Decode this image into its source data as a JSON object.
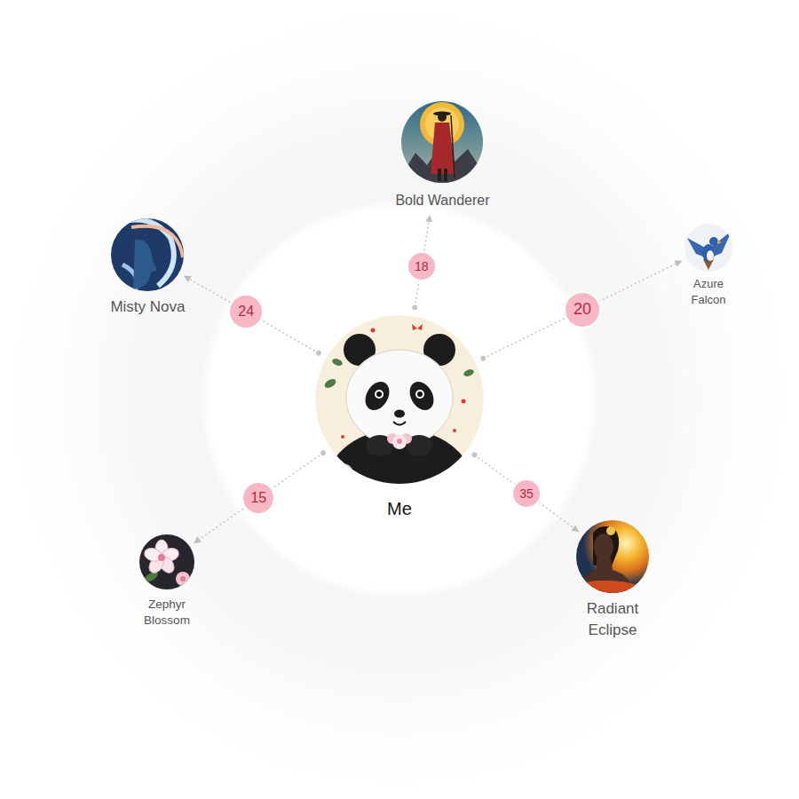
{
  "diagram": {
    "nodes": [
      {
        "text": [
          "Bold Wanderer"
        ]
      },
      {
        "text": [
          "Misty Nova"
        ]
      },
      {
        "text": [
          "Azure Falcon"
        ]
      },
      {
        "text": [
          "Me"
        ]
      },
      {
        "text": [
          "Zephyr Blossom"
        ]
      },
      {
        "text": [
          "Radiant Eclipse"
        ]
      }
    ],
    "edges": [
      {
        "from": 3,
        "to": 0,
        "arrow": "to",
        "label": "18"
      },
      {
        "from": 3,
        "to": 1,
        "arrow": "to",
        "label": "24"
      },
      {
        "from": 3,
        "to": 2,
        "arrow": "to",
        "label": "20"
      },
      {
        "from": 3,
        "to": 4,
        "arrow": "to",
        "label": "15"
      },
      {
        "from": 3,
        "to": 5,
        "arrow": "to",
        "label": "35"
      }
    ]
  }
}
